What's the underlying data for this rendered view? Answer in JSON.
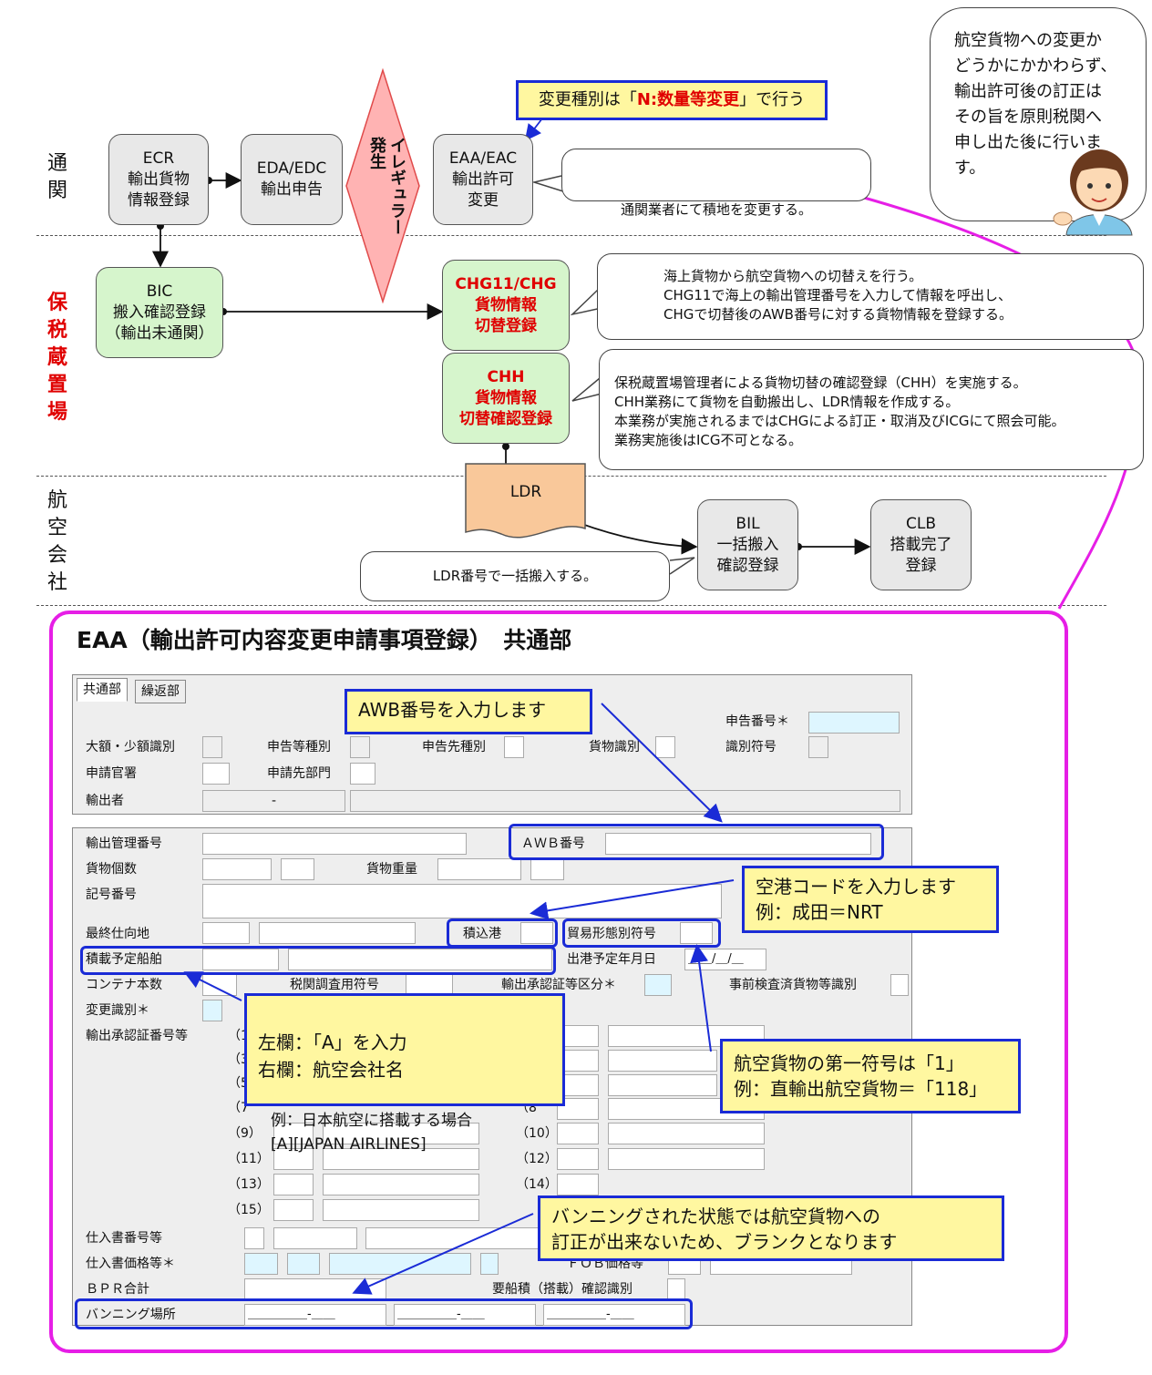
{
  "lanes": {
    "customs": "通\n関",
    "bonded": "保\n税\n蔵\n置\n場",
    "airline": "航\n空\n会\n社"
  },
  "flow": {
    "ecr": "ECR\n輸出貨物\n情報登録",
    "eda": "EDA/EDC\n輸出申告",
    "irregular": "イレギュラー\n発生",
    "eaa": "EAA/EAC\n輸出許可\n変更",
    "bic": "BIC\n搬入確認登録\n（輸出未通関）",
    "chg": "CHG11/CHG\n貨物情報\n切替登録",
    "chh": "CHH\n貨物情報\n切替確認登録",
    "ldr": "LDR",
    "bil": "BIL\n一括搬入\n確認登録",
    "clb": "CLB\n搭載完了\n登録"
  },
  "notes": {
    "change_type_prefix": "変更種別は「",
    "change_type_red": "N:数量等変更",
    "change_type_suffix": "」で行う",
    "broker_prefix": "通関業者にて",
    "broker_underline": "積地を変更する",
    "broker_suffix": "。",
    "chg_note": "海上貨物から航空貨物への切替えを行う。\nCHG11で海上の輸出管理番号を入力して情報を呼出し、\nCHGで切替後のAWB番号に対する貨物情報を登録する。",
    "chh_note": "保税蔵置場管理者による貨物切替の確認登録（CHH）を実施する。\nCHH業務にて貨物を自動搬出し、LDR情報を作成する。\n本業務が実施されるまではCHGによる訂正・取消及びICGにて照会可能。\n業務実施後はICG不可となる。",
    "ldr_note": "LDR番号で一括搬入する。",
    "person_bubble": "航空貨物への変更か\nどうかにかかわらず、\n輸出許可後の訂正は\nその旨を原則税関へ\n申し出た後に行います。"
  },
  "panel": {
    "title": "EAA（輸出許可内容変更申請事項登録）　共通部"
  },
  "form": {
    "tabs": [
      "共通部",
      "繰返部"
    ],
    "labels": {
      "declaration_no": "申告番号＊",
      "amount_class": "大額・少額識別",
      "decl_type": "申告等種別",
      "decl_dest_type": "申告先種別",
      "cargo_class": "貨物識別",
      "id_code": "識別符号",
      "office": "申請官署",
      "dept": "申請先部門",
      "exporter": "輸出者",
      "exporter_dash": "-",
      "export_mgmt_no": "輸出管理番号",
      "awb_no": "ＡＷＢ番号",
      "package_count": "貨物個数",
      "gross_weight": "貨物重量",
      "marks": "記号番号",
      "final_dest": "最終仕向地",
      "loading_port": "積込港",
      "trade_type": "貿易形態別符号",
      "vessel": "積載予定船舶",
      "departure_date": "出港予定年月日",
      "date_value": "＿＿/＿/＿",
      "container_count": "コンテナ本数",
      "customs_survey": "税関調査用符号",
      "export_cert_class": "輸出承認証等区分＊",
      "pre_inspected": "事前検査済貨物等識別",
      "change_class": "変更識別＊",
      "export_cert_no": "輸出承認証番号等",
      "row1": "（1",
      "row3": "（3",
      "row5": "（5",
      "row7": "（7",
      "row8": "（8",
      "row9": "（9）",
      "row10": "（10）",
      "row11": "（11）",
      "row12": "（12）",
      "row13": "（13）",
      "row14": "（14）",
      "row15": "（15）",
      "invoice_no": "仕入書番号等",
      "invoice_value": "仕入書価格等＊",
      "fob_value": "ＦＯＢ価格等",
      "bpr_total": "ＢＰＲ合計",
      "loading_confirm": "要船積（搭載）確認識別",
      "vanning_place": "バンニング場所",
      "vanning_blank": "＿＿＿＿＿-＿＿"
    }
  },
  "annotations": {
    "awb": "AWB番号を入力します",
    "airport": "空港コードを入力します\n例：成田＝NRT",
    "vessel": "左欄：「A」を入力\n右欄：航空会社名",
    "vessel_example": "例：日本航空に搭載する場合\n[A][JAPAN AIRLINES]",
    "trade_type": "航空貨物の第一符号は「1」\n例：直輸出航空貨物＝「118」",
    "vanning": "バンニングされた状態では航空貨物への\n訂正が出来ないため、ブランクとなります"
  },
  "colors": {
    "highlight_border": "#1a2bd6",
    "note_fill": "#fff7a0",
    "panel_border": "#e61ee6",
    "accent_red": "#e00000",
    "green_box": "#d6f5cc"
  }
}
